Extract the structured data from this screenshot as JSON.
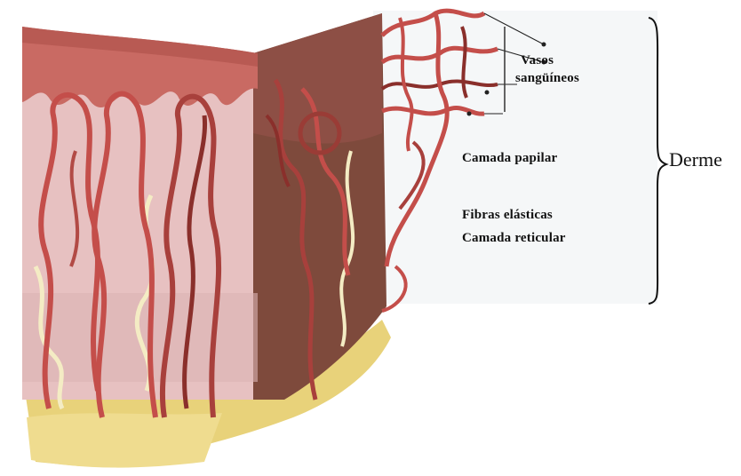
{
  "figure": {
    "labels": {
      "vasos_line1": "Vasos",
      "vasos_line2": "sangüíneos",
      "camada_papilar": "Camada papilar",
      "fibras_elasticas": "Fibras elásticas",
      "camada_reticular": "Camada reticular",
      "derme": "Derme"
    },
    "colors": {
      "epidermis_top": "#c96a63",
      "dermis_pink": "#e7c1c1",
      "dermis_shadow": "#7e4a3c",
      "vessel_red": "#c44e4a",
      "vessel_dark": "#8a2f2b",
      "fiber_cream": "#f4ecc4",
      "fat_yellow": "#e8d27a",
      "background_panel": "#f3f6f7",
      "ink": "#111111"
    }
  }
}
